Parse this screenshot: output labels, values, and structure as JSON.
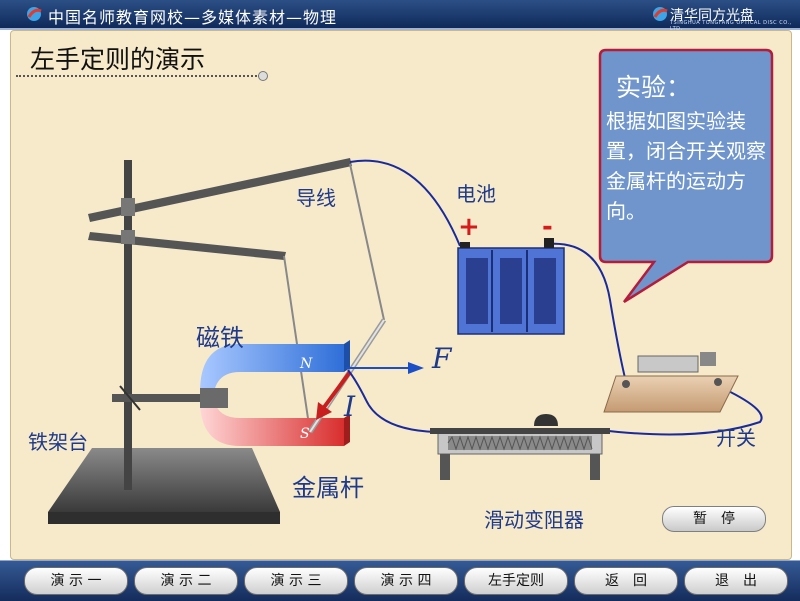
{
  "header": {
    "app_title": "中国名师教育网校—多媒体素材—物理",
    "brand": "清华同方光盘",
    "brand_sub": "TSINGHUA TONGFANG OPTICAL DISC CO., LTD."
  },
  "page": {
    "title": "左手定则的演示"
  },
  "labels": {
    "wire": "导线",
    "battery": "电池",
    "magnet": "磁铁",
    "stand": "铁架台",
    "rod": "金属杆",
    "rheostat": "滑动变阻器",
    "switch": "开关",
    "force_symbol": "F",
    "current_symbol": "I",
    "pole_n": "N",
    "pole_s": "S",
    "plus": "+",
    "minus": "-"
  },
  "callout": {
    "heading": "实验：",
    "body": "根据如图实验装置，闭合开关观察金属杆的运动方向。"
  },
  "controls": {
    "pause": "暂停"
  },
  "nav": {
    "demo1": "演 示 一",
    "demo2": "演 示 二",
    "demo3": "演 示 三",
    "demo4": "演 示 四",
    "left_hand_rule": "左手定则",
    "back": "返　回",
    "exit": "退　出"
  },
  "colors": {
    "titlebar": "#1b3a6e",
    "stage_bg": "#f6eacb",
    "label_text": "#1f3a8a",
    "callout_bg": "#6f95cc",
    "callout_border": "#b51b3a",
    "magnet_north": "#3d7de0",
    "magnet_south": "#e03a3a",
    "battery": "#4f74d6",
    "wire": "#1a2a9a",
    "arrow_red": "#c81e1e"
  }
}
